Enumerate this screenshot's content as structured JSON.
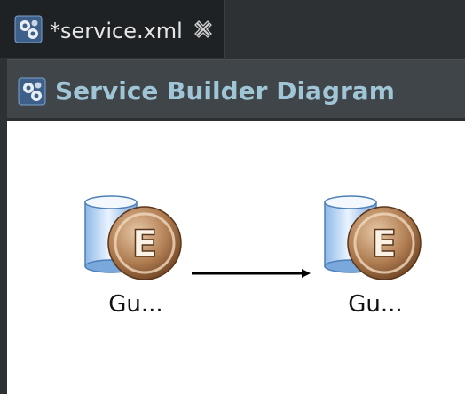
{
  "editor_tab": {
    "label": "*service.xml",
    "icon": "service-builder-icon",
    "close_icon": "close-icon"
  },
  "form_header": {
    "title": "Service Builder Diagram",
    "icon": "service-builder-icon"
  },
  "diagram": {
    "nodes": [
      {
        "label": "Gu...",
        "icon": "entity-icon",
        "badge_letter": "E"
      },
      {
        "label": "Gu...",
        "icon": "entity-icon",
        "badge_letter": "E"
      }
    ],
    "connections": [
      {
        "from": 0,
        "to": 1
      }
    ]
  },
  "colors": {
    "tab_bar_bg": "#2e3133",
    "active_tab_bg": "#1f2224",
    "header_bg": "#3f4549",
    "header_title": "#9fc5d6",
    "canvas_bg": "#ffffff"
  }
}
